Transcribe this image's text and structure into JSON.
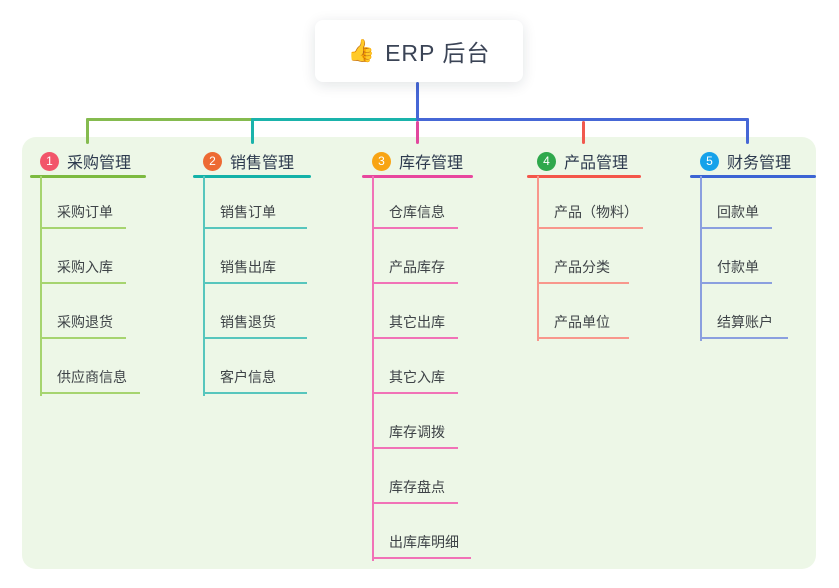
{
  "root": {
    "emoji": "👍",
    "label": "ERP 后台"
  },
  "branches": [
    {
      "index": "1",
      "label": "采购管理",
      "badge_color": "#f2556a",
      "line_color": "#7cba3f",
      "child_line_color": "#a6d46f",
      "children": [
        "采购订单",
        "采购入库",
        "采购退货",
        "供应商信息"
      ]
    },
    {
      "index": "2",
      "label": "销售管理",
      "badge_color": "#ed6a33",
      "line_color": "#13b2a8",
      "child_line_color": "#57c6bd",
      "children": [
        "销售订单",
        "销售出库",
        "销售退货",
        "客户信息"
      ]
    },
    {
      "index": "3",
      "label": "库存管理",
      "badge_color": "#f8a414",
      "line_color": "#e8479e",
      "child_line_color": "#f172b7",
      "children": [
        "仓库信息",
        "产品库存",
        "其它出库",
        "其它入库",
        "库存调拨",
        "库存盘点",
        "出库库明细"
      ]
    },
    {
      "index": "4",
      "label": "产品管理",
      "badge_color": "#2fa84c",
      "line_color": "#f4564a",
      "child_line_color": "#f8978c",
      "children": [
        "产品（物料）",
        "产品分类",
        "产品单位"
      ]
    },
    {
      "index": "5",
      "label": "财务管理",
      "badge_color": "#16a2ea",
      "line_color": "#3c64d4",
      "child_line_color": "#8b9fdf",
      "children": [
        "回款单",
        "付款单",
        "结算账户"
      ]
    }
  ],
  "colors": {
    "page_background": "#ffffff",
    "panel_background": "#edf7e7",
    "root_stem": "#4667d6",
    "root_text": "#3b4456"
  }
}
